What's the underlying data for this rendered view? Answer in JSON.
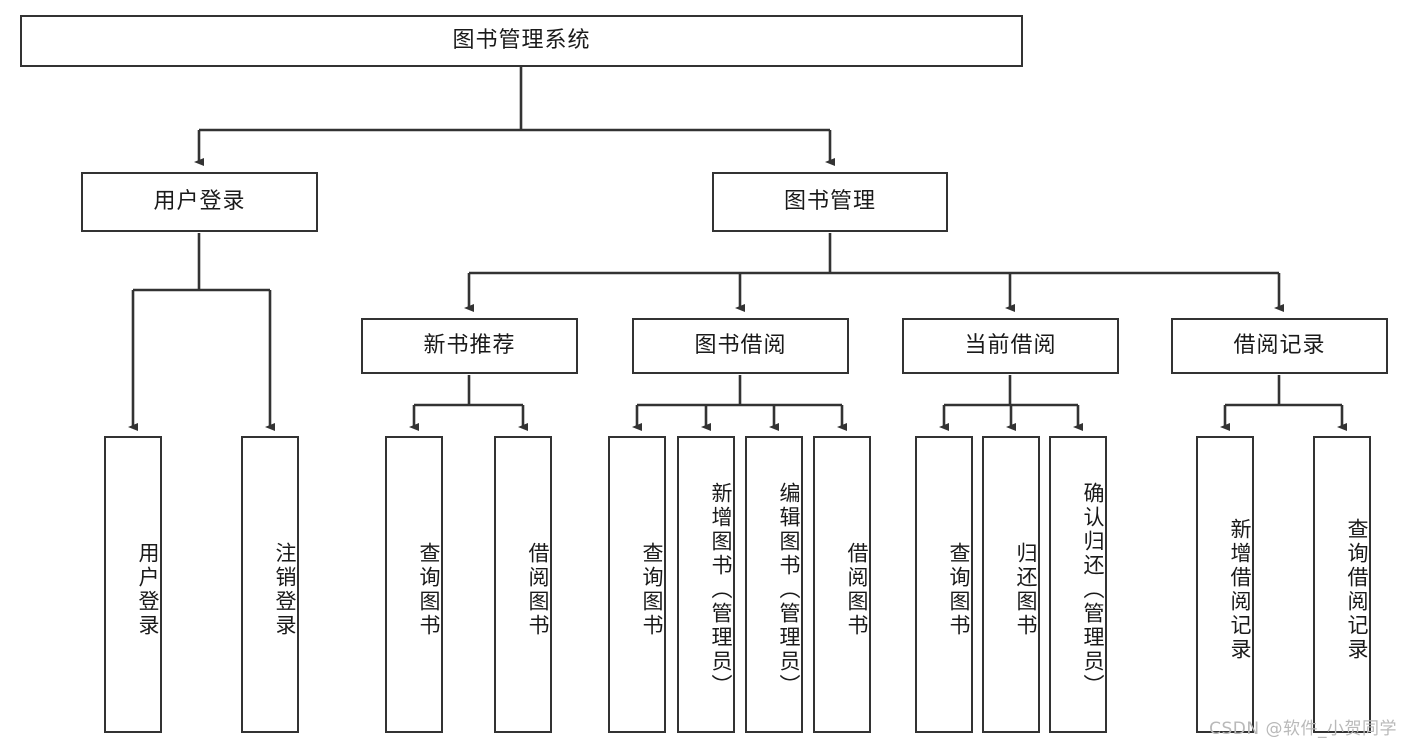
{
  "diagram": {
    "type": "tree-hierarchy-chart",
    "title": "图书管理系统",
    "background_color": "#ffffff",
    "box_border_color": "#333333",
    "connector_color": "#333333",
    "text_color": "#1a1a1a"
  },
  "watermark": {
    "text": "CSDN @软件_小贺同学",
    "color": "#b9b9b9"
  },
  "nodes": {
    "root": {
      "label": "图书管理系统",
      "level": 0
    },
    "l1": [
      {
        "id": "user-login",
        "label": "用户登录",
        "level": 1
      },
      {
        "id": "book-manage",
        "label": "图书管理",
        "level": 1
      }
    ],
    "l2": [
      {
        "id": "new-book-recommend",
        "label": "新书推荐",
        "level": 2,
        "parent": "book-manage"
      },
      {
        "id": "book-borrow",
        "label": "图书借阅",
        "level": 2,
        "parent": "book-manage"
      },
      {
        "id": "current-borrow",
        "label": "当前借阅",
        "level": 2,
        "parent": "book-manage"
      },
      {
        "id": "borrow-record",
        "label": "借阅记录",
        "level": 2,
        "parent": "book-manage"
      }
    ],
    "leaves": [
      {
        "id": "leaf-user-login",
        "label": "用户登录",
        "parent": "user-login"
      },
      {
        "id": "leaf-logout-login",
        "label": "注销登录",
        "parent": "user-login"
      },
      {
        "id": "leaf-query-book-1",
        "label": "查询图书",
        "parent": "new-book-recommend"
      },
      {
        "id": "leaf-borrow-book-1",
        "label": "借阅图书",
        "parent": "new-book-recommend"
      },
      {
        "id": "leaf-query-book-2",
        "label": "查询图书",
        "parent": "book-borrow"
      },
      {
        "id": "leaf-add-book",
        "label": "新增图书（管理员）",
        "parent": "book-borrow"
      },
      {
        "id": "leaf-edit-book",
        "label": "编辑图书（管理员）",
        "parent": "book-borrow"
      },
      {
        "id": "leaf-borrow-book-2",
        "label": "借阅图书",
        "parent": "book-borrow"
      },
      {
        "id": "leaf-query-book-3",
        "label": "查询图书",
        "parent": "current-borrow"
      },
      {
        "id": "leaf-return-book",
        "label": "归还图书",
        "parent": "current-borrow"
      },
      {
        "id": "leaf-confirm-return",
        "label": "确认归还（管理员）",
        "parent": "current-borrow"
      },
      {
        "id": "leaf-add-record",
        "label": "新增借阅记录",
        "parent": "borrow-record"
      },
      {
        "id": "leaf-query-record",
        "label": "查询借阅记录",
        "parent": "borrow-record"
      }
    ]
  }
}
